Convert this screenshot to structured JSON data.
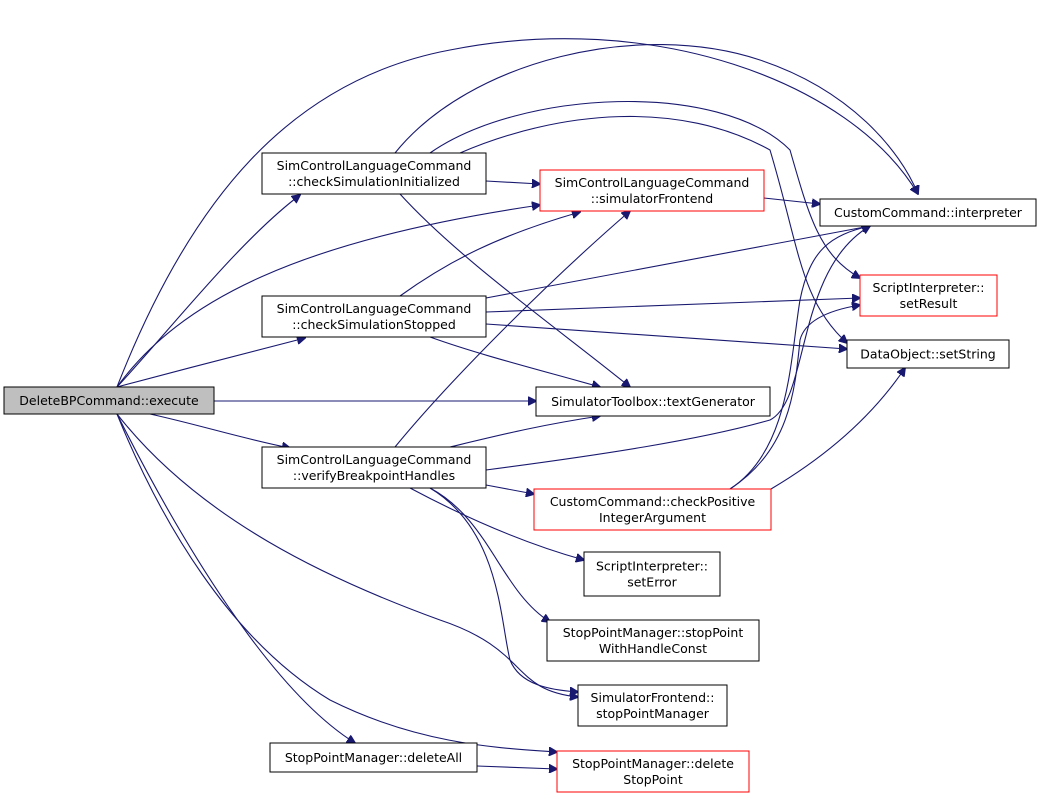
{
  "colors": {
    "edge": "#191970",
    "normal_border": "#000000",
    "red_border": "#ff0000",
    "root_fill": "#bfbfbf",
    "node_fill": "#ffffff"
  },
  "nodes": [
    {
      "id": "execute",
      "lines": [
        "DeleteBPCommand::execute"
      ],
      "style": "root"
    },
    {
      "id": "checkInit",
      "lines": [
        "SimControlLanguageCommand",
        "::checkSimulationInitialized"
      ],
      "style": "normal"
    },
    {
      "id": "checkStopped",
      "lines": [
        "SimControlLanguageCommand",
        "::checkSimulationStopped"
      ],
      "style": "normal"
    },
    {
      "id": "verifyBP",
      "lines": [
        "SimControlLanguageCommand",
        "::verifyBreakpointHandles"
      ],
      "style": "normal"
    },
    {
      "id": "deleteAll",
      "lines": [
        "StopPointManager::deleteAll"
      ],
      "style": "normal"
    },
    {
      "id": "simFrontend",
      "lines": [
        "SimControlLanguageCommand",
        "::simulatorFrontend"
      ],
      "style": "red"
    },
    {
      "id": "textGen",
      "lines": [
        "SimulatorToolbox::textGenerator"
      ],
      "style": "normal"
    },
    {
      "id": "checkPos",
      "lines": [
        "CustomCommand::checkPositive",
        "IntegerArgument"
      ],
      "style": "red"
    },
    {
      "id": "setError",
      "lines": [
        "ScriptInterpreter::",
        "setError"
      ],
      "style": "normal"
    },
    {
      "id": "stopPointWH",
      "lines": [
        "StopPointManager::stopPoint",
        "WithHandleConst"
      ],
      "style": "normal"
    },
    {
      "id": "stopPointMgr",
      "lines": [
        "SimulatorFrontend::",
        "stopPointManager"
      ],
      "style": "normal"
    },
    {
      "id": "deleteStop",
      "lines": [
        "StopPointManager::delete",
        "StopPoint"
      ],
      "style": "red"
    },
    {
      "id": "interpreter",
      "lines": [
        "CustomCommand::interpreter"
      ],
      "style": "normal"
    },
    {
      "id": "setResult",
      "lines": [
        "ScriptInterpreter::",
        "setResult"
      ],
      "style": "red"
    },
    {
      "id": "setString",
      "lines": [
        "DataObject::setString"
      ],
      "style": "normal"
    }
  ],
  "edges": [
    {
      "from": "execute",
      "to": "checkInit"
    },
    {
      "from": "execute",
      "to": "checkStopped"
    },
    {
      "from": "execute",
      "to": "verifyBP"
    },
    {
      "from": "execute",
      "to": "deleteAll"
    },
    {
      "from": "execute",
      "to": "simFrontend"
    },
    {
      "from": "execute",
      "to": "textGen"
    },
    {
      "from": "execute",
      "to": "interpreter"
    },
    {
      "from": "execute",
      "to": "stopPointMgr"
    },
    {
      "from": "execute",
      "to": "deleteStop"
    },
    {
      "from": "checkInit",
      "to": "simFrontend"
    },
    {
      "from": "checkInit",
      "to": "textGen"
    },
    {
      "from": "checkInit",
      "to": "interpreter"
    },
    {
      "from": "checkInit",
      "to": "setResult"
    },
    {
      "from": "checkInit",
      "to": "setString"
    },
    {
      "from": "checkStopped",
      "to": "simFrontend"
    },
    {
      "from": "checkStopped",
      "to": "textGen"
    },
    {
      "from": "checkStopped",
      "to": "interpreter"
    },
    {
      "from": "checkStopped",
      "to": "setResult"
    },
    {
      "from": "checkStopped",
      "to": "setString"
    },
    {
      "from": "verifyBP",
      "to": "simFrontend"
    },
    {
      "from": "verifyBP",
      "to": "textGen"
    },
    {
      "from": "verifyBP",
      "to": "interpreter"
    },
    {
      "from": "verifyBP",
      "to": "checkPos"
    },
    {
      "from": "verifyBP",
      "to": "setError"
    },
    {
      "from": "verifyBP",
      "to": "stopPointWH"
    },
    {
      "from": "verifyBP",
      "to": "stopPointMgr"
    },
    {
      "from": "deleteAll",
      "to": "deleteStop"
    },
    {
      "from": "simFrontend",
      "to": "interpreter"
    },
    {
      "from": "checkPos",
      "to": "interpreter"
    },
    {
      "from": "checkPos",
      "to": "setResult"
    },
    {
      "from": "checkPos",
      "to": "setString"
    }
  ]
}
